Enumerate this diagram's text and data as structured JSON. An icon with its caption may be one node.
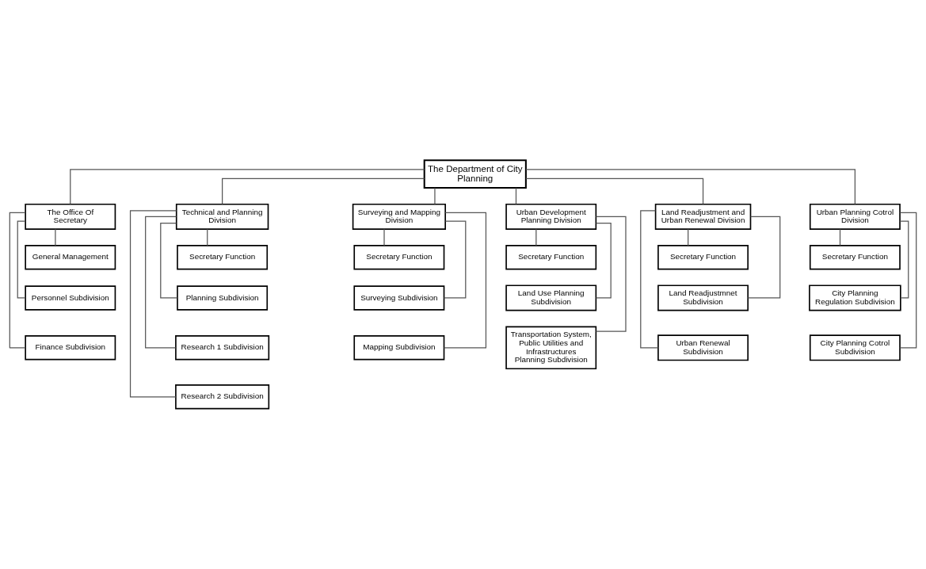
{
  "diagram": {
    "nodes": [
      {
        "text": [
          "The Department of City Planning"
        ]
      },
      {
        "text": [
          "The Office Of Secretary"
        ]
      },
      {
        "text": [
          "Technical and Planning Division"
        ]
      },
      {
        "text": [
          "Surveying and Mapping Division"
        ]
      },
      {
        "text": [
          "Urban Development Planning Division"
        ]
      },
      {
        "text": [
          "Land Readjustment and Urban Renewal Division"
        ]
      },
      {
        "text": [
          "Urban Planning Cotrol Division"
        ]
      },
      {
        "text": [
          "General Management"
        ]
      },
      {
        "text": [
          "Personnel Subdivision"
        ]
      },
      {
        "text": [
          "Finance Subdivision"
        ]
      },
      {
        "text": [
          "Secretary Function"
        ]
      },
      {
        "text": [
          "Planning Subdivision"
        ]
      },
      {
        "text": [
          "Research 1 Subdivision"
        ]
      },
      {
        "text": [
          "Research 2 Subdivision"
        ]
      },
      {
        "text": [
          "Secretary Function"
        ]
      },
      {
        "text": [
          "Surveying Subdivision"
        ]
      },
      {
        "text": [
          "Mapping Subdivision"
        ]
      },
      {
        "text": [
          "Secretary Function"
        ]
      },
      {
        "text": [
          "Land Use Planning Subdivision"
        ]
      },
      {
        "text": [
          "Transportation System, Public Utilities and Infrastructures Planning Subdivision"
        ]
      },
      {
        "text": [
          "Secretary Function"
        ]
      },
      {
        "text": [
          "Land Readjustmnet Subdivision"
        ]
      },
      {
        "text": [
          "Urban Renewal Subdivision"
        ]
      },
      {
        "text": [
          "Secretary Function"
        ]
      },
      {
        "text": [
          "City Planning Regulation Subdivision"
        ]
      },
      {
        "text": [
          "City Planning Cotrol Subdivision"
        ]
      }
    ],
    "edges": [
      {
        "from": 0,
        "to": 1,
        "arrow": "none"
      },
      {
        "from": 0,
        "to": 2,
        "arrow": "none"
      },
      {
        "from": 0,
        "to": 3,
        "arrow": "none"
      },
      {
        "from": 0,
        "to": 4,
        "arrow": "none"
      },
      {
        "from": 0,
        "to": 5,
        "arrow": "none"
      },
      {
        "from": 0,
        "to": 6,
        "arrow": "none"
      },
      {
        "from": 1,
        "to": 7,
        "arrow": "none"
      },
      {
        "from": 1,
        "to": 8,
        "arrow": "none"
      },
      {
        "from": 1,
        "to": 9,
        "arrow": "none"
      },
      {
        "from": 2,
        "to": 10,
        "arrow": "none"
      },
      {
        "from": 2,
        "to": 11,
        "arrow": "none"
      },
      {
        "from": 2,
        "to": 12,
        "arrow": "none"
      },
      {
        "from": 2,
        "to": 13,
        "arrow": "none"
      },
      {
        "from": 3,
        "to": 14,
        "arrow": "none"
      },
      {
        "from": 3,
        "to": 15,
        "arrow": "none"
      },
      {
        "from": 3,
        "to": 16,
        "arrow": "none"
      },
      {
        "from": 4,
        "to": 17,
        "arrow": "none"
      },
      {
        "from": 4,
        "to": 18,
        "arrow": "none"
      },
      {
        "from": 4,
        "to": 19,
        "arrow": "none"
      },
      {
        "from": 5,
        "to": 20,
        "arrow": "none"
      },
      {
        "from": 5,
        "to": 21,
        "arrow": "none"
      },
      {
        "from": 5,
        "to": 22,
        "arrow": "none"
      },
      {
        "from": 6,
        "to": 23,
        "arrow": "none"
      },
      {
        "from": 6,
        "to": 24,
        "arrow": "none"
      },
      {
        "from": 6,
        "to": 25,
        "arrow": "none"
      }
    ]
  }
}
